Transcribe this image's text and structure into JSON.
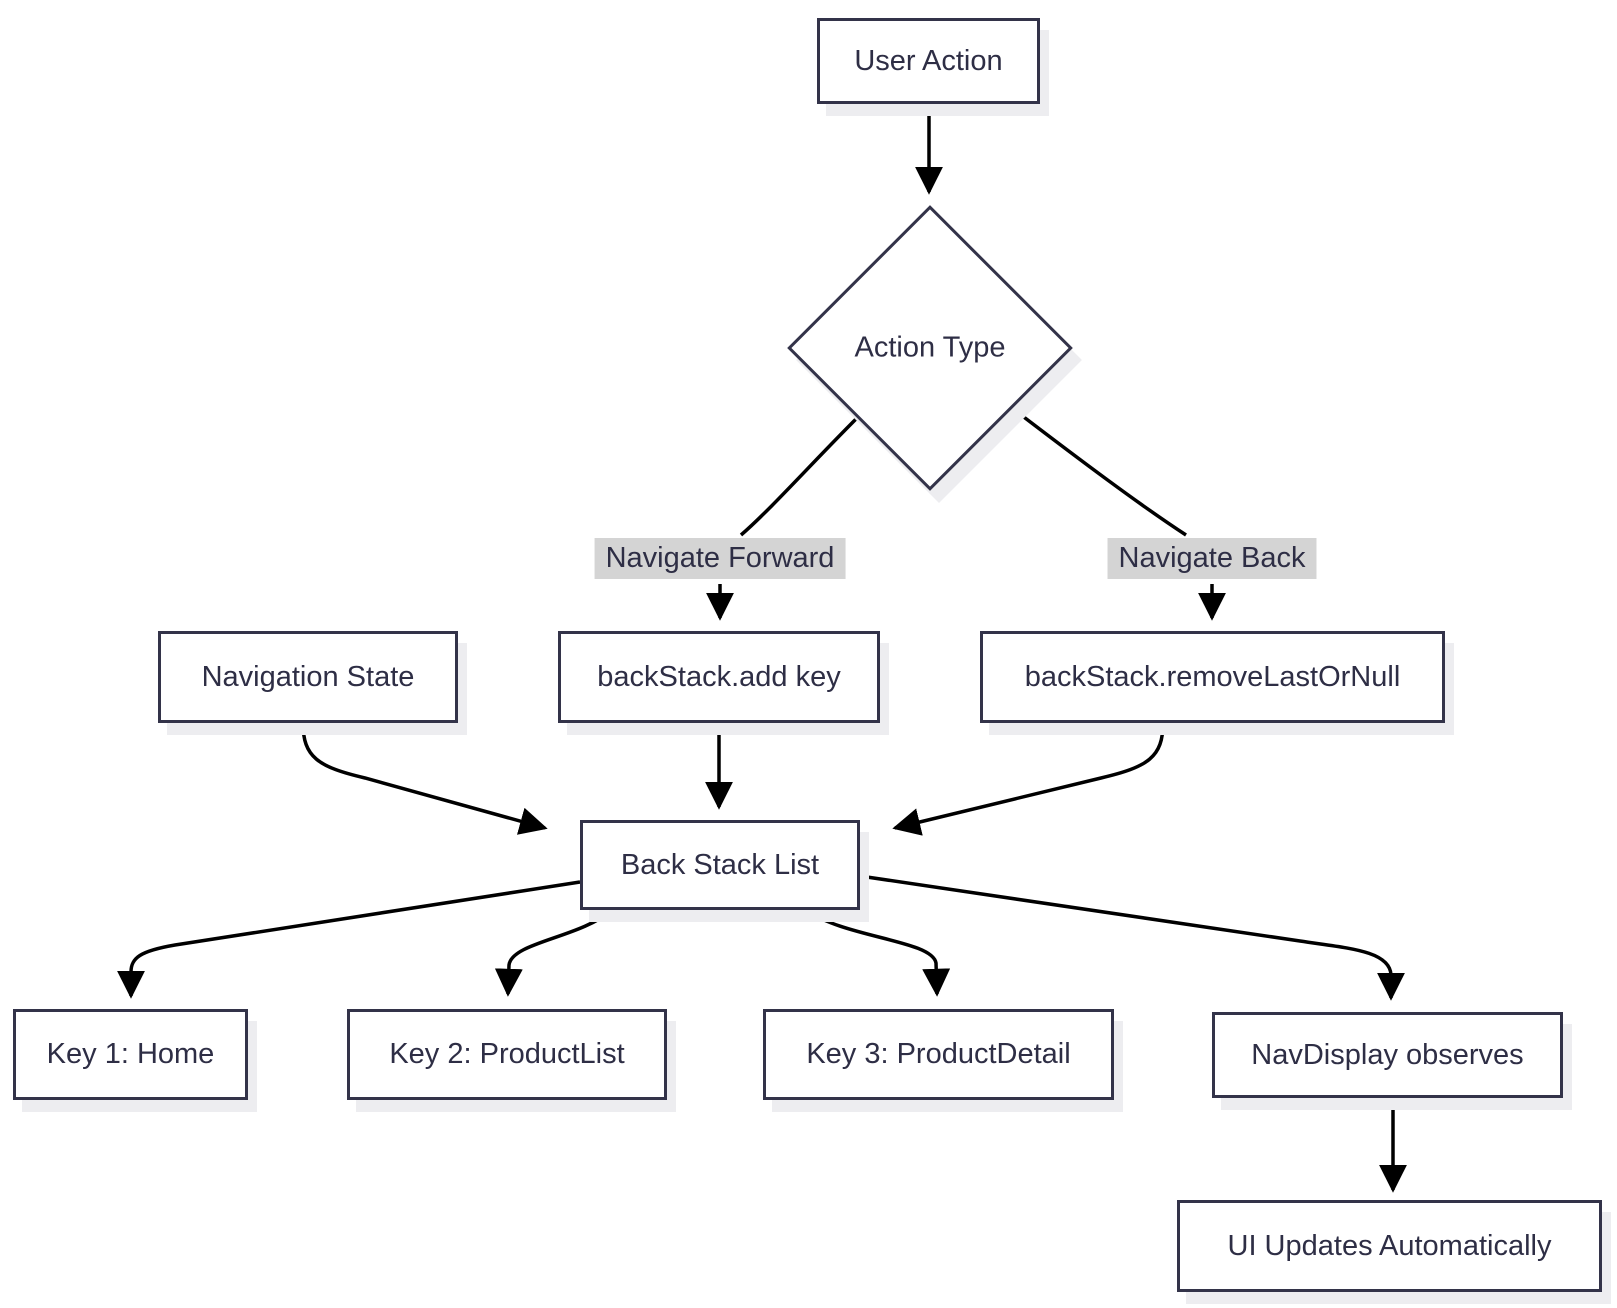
{
  "diagram": {
    "type": "flowchart",
    "direction": "top-down",
    "nodes": {
      "user_action": {
        "label": "User Action",
        "shape": "rect"
      },
      "action_type": {
        "label": "Action Type",
        "shape": "diamond"
      },
      "navigation_state": {
        "label": "Navigation State",
        "shape": "rect"
      },
      "backstack_add": {
        "label": "backStack.add key",
        "shape": "rect"
      },
      "backstack_remove": {
        "label": "backStack.removeLastOrNull",
        "shape": "rect"
      },
      "back_stack_list": {
        "label": "Back Stack List",
        "shape": "rect"
      },
      "key1": {
        "label": "Key 1: Home",
        "shape": "rect"
      },
      "key2": {
        "label": "Key 2: ProductList",
        "shape": "rect"
      },
      "key3": {
        "label": "Key 3: ProductDetail",
        "shape": "rect"
      },
      "navdisplay": {
        "label": "NavDisplay observes",
        "shape": "rect"
      },
      "ui_updates": {
        "label": "UI Updates Automatically",
        "shape": "rect"
      }
    },
    "edge_labels": {
      "navigate_forward": "Navigate Forward",
      "navigate_back": "Navigate Back"
    },
    "edges": [
      {
        "from": "User Action",
        "to": "Action Type",
        "label": ""
      },
      {
        "from": "Action Type",
        "to": "backStack.add key",
        "label": "Navigate Forward"
      },
      {
        "from": "Action Type",
        "to": "backStack.removeLastOrNull",
        "label": "Navigate Back"
      },
      {
        "from": "Navigation State",
        "to": "Back Stack List",
        "label": ""
      },
      {
        "from": "backStack.add key",
        "to": "Back Stack List",
        "label": ""
      },
      {
        "from": "backStack.removeLastOrNull",
        "to": "Back Stack List",
        "label": ""
      },
      {
        "from": "Back Stack List",
        "to": "Key 1: Home",
        "label": ""
      },
      {
        "from": "Back Stack List",
        "to": "Key 2: ProductList",
        "label": ""
      },
      {
        "from": "Back Stack List",
        "to": "Key 3: ProductDetail",
        "label": ""
      },
      {
        "from": "Back Stack List",
        "to": "NavDisplay observes",
        "label": ""
      },
      {
        "from": "NavDisplay observes",
        "to": "UI Updates Automatically",
        "label": ""
      }
    ],
    "colors": {
      "background": "#ffffff",
      "node_fill": "#ffffff",
      "node_border": "#333349",
      "text": "#2e2e45",
      "edge_line": "#000000",
      "edge_label_bg": "#d4d4d4",
      "node_shadow": "#ededf0"
    }
  }
}
